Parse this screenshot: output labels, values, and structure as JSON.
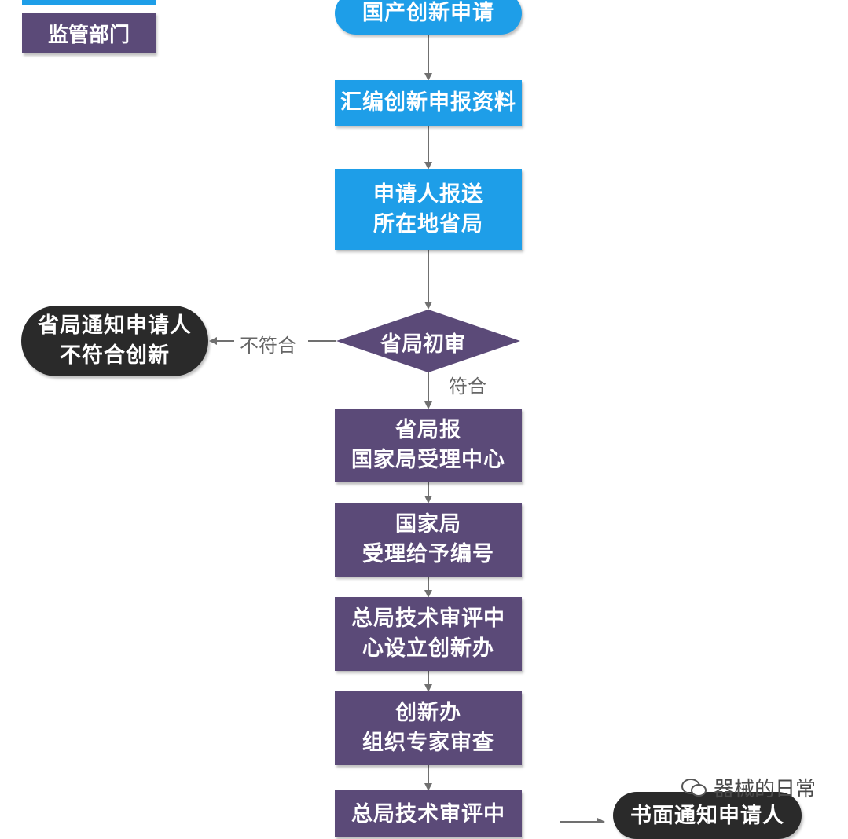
{
  "legend": {
    "regulator_label": "监管部门"
  },
  "nodes": {
    "domestic_innovation_application": "国产创新申请",
    "compile_materials": "汇编创新申报资料",
    "submit_line1": "申请人报送",
    "submit_line2": "所在地省局",
    "provincial_initial_review": "省局初审",
    "notify_rejected_line1": "省局通知申请人",
    "notify_rejected_line2": "不符合创新",
    "report_line1": "省局报",
    "report_line2": "国家局受理中心",
    "accept_line1": "国家局",
    "accept_line2": "受理给予编号",
    "office_line1": "总局技术审评中",
    "office_line2": "心设立创新办",
    "expert_line1": "创新办",
    "expert_line2": "组织专家审查",
    "bottom_review_line1": "总局技术审评中",
    "written_notice_line1": "书面通知申请人"
  },
  "edge_labels": {
    "not_compliant": "不符合",
    "compliant": "符合"
  },
  "watermark": {
    "text": "器械的日常"
  },
  "colors": {
    "blue": "#1e9ee8",
    "purple": "#5b4a78",
    "dark": "#2a2a2a",
    "arrow": "#707070"
  }
}
